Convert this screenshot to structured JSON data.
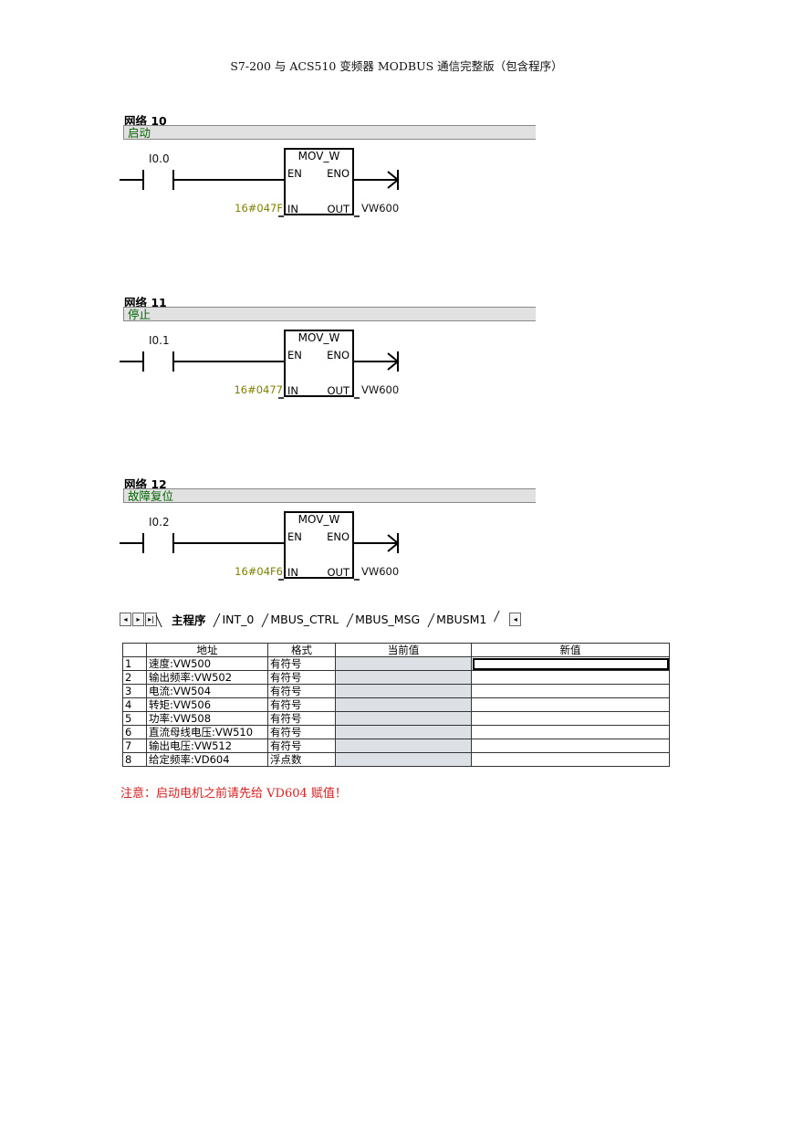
{
  "header": {
    "title": "S7-200 与 ACS510 变频器 MODBUS 通信完整版（包含程序）"
  },
  "networks": [
    {
      "title": "网络 10",
      "comment": "启动",
      "contact": "I0.0",
      "instruction": "MOV_W",
      "en": "EN",
      "eno": "ENO",
      "in": "IN",
      "out": "OUT",
      "in_value": "16#047F",
      "out_value": "VW600"
    },
    {
      "title": "网络 11",
      "comment": "停止",
      "contact": "I0.1",
      "instruction": "MOV_W",
      "en": "EN",
      "eno": "ENO",
      "in": "IN",
      "out": "OUT",
      "in_value": "16#0477",
      "out_value": "VW600"
    },
    {
      "title": "网络 12",
      "comment": "故障复位",
      "contact": "I0.2",
      "instruction": "MOV_W",
      "en": "EN",
      "eno": "ENO",
      "in": "IN",
      "out": "OUT",
      "in_value": "16#04F6",
      "out_value": "VW600"
    }
  ],
  "tabbar": {
    "nav": [
      "◂",
      "▸",
      "▸|"
    ],
    "tabs": [
      "主程序",
      "INT_0",
      "MBUS_CTRL",
      "MBUS_MSG",
      "MBUSM1"
    ],
    "active_tab": "主程序"
  },
  "status_table": {
    "headers": [
      "",
      "地址",
      "格式",
      "当前值",
      "新值"
    ],
    "rows": [
      {
        "n": "1",
        "addr": "速度:VW500",
        "fmt": "有符号",
        "cur": "",
        "new": ""
      },
      {
        "n": "2",
        "addr": "输出频率:VW502",
        "fmt": "有符号",
        "cur": "",
        "new": ""
      },
      {
        "n": "3",
        "addr": "电流:VW504",
        "fmt": "有符号",
        "cur": "",
        "new": ""
      },
      {
        "n": "4",
        "addr": "转矩:VW506",
        "fmt": "有符号",
        "cur": "",
        "new": ""
      },
      {
        "n": "5",
        "addr": "功率:VW508",
        "fmt": "有符号",
        "cur": "",
        "new": ""
      },
      {
        "n": "6",
        "addr": "直流母线电压:VW510",
        "fmt": "有符号",
        "cur": "",
        "new": ""
      },
      {
        "n": "7",
        "addr": "输出电压:VW512",
        "fmt": "有符号",
        "cur": "",
        "new": ""
      },
      {
        "n": "8",
        "addr": "给定频率:VD604",
        "fmt": "浮点数",
        "cur": "",
        "new": ""
      }
    ]
  },
  "note": "注意：启动电机之前请先给 VD604 赋值！",
  "colors": {
    "comment_green": "#006400",
    "operand_olive": "#808000",
    "note_red": "#d62020",
    "current_value_bg": "#dde0e4"
  }
}
